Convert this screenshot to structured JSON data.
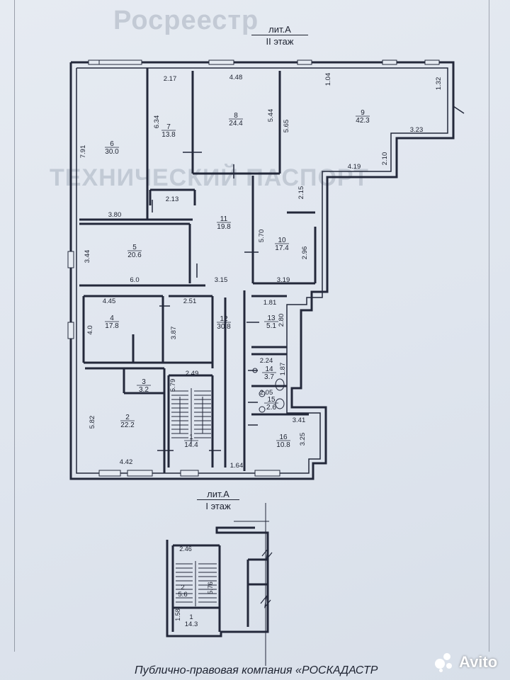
{
  "watermark_top": "Росреестр",
  "watermark_middle": "ТЕХНИЧЕСКИЙ ПАСПОРТ",
  "floor2": {
    "lit": "лит.А",
    "floor": "II этаж"
  },
  "floor1": {
    "lit": "лит.А",
    "floor": "I этаж"
  },
  "footer": "Публично-правовая компания «РОСКАДАСТР",
  "brand": "Avito",
  "rooms": [
    {
      "num": "1",
      "area": "14.4"
    },
    {
      "num": "2",
      "area": "22.2"
    },
    {
      "num": "3",
      "area": "3.2"
    },
    {
      "num": "4",
      "area": "17.8"
    },
    {
      "num": "5",
      "area": "20.6"
    },
    {
      "num": "6",
      "area": "30.0"
    },
    {
      "num": "7",
      "area": "13.8"
    },
    {
      "num": "8",
      "area": "24.4"
    },
    {
      "num": "9",
      "area": "42.3"
    },
    {
      "num": "10",
      "area": "17.4"
    },
    {
      "num": "11",
      "area": "19.8"
    },
    {
      "num": "12",
      "area": "30.8"
    },
    {
      "num": "13",
      "area": "5.1"
    },
    {
      "num": "14",
      "area": "3.7"
    },
    {
      "num": "15",
      "area": "2.6"
    },
    {
      "num": "16",
      "area": "10.8"
    }
  ],
  "dims": [
    "2.17",
    "4.48",
    "1.04",
    "1.32",
    "6.34",
    "5.44",
    "5.65",
    "7.91",
    "3.23",
    "2.10",
    "4.19",
    "2.15",
    "2.13",
    "3.80",
    "5.70",
    "2.96",
    "3.44",
    "6.0",
    "3.15",
    "3.19",
    "4.45",
    "2.51",
    "1.81",
    "2.80",
    "4.0",
    "3.87",
    "2.24",
    "1.87",
    "5.79",
    "2.49",
    "2.05",
    "5.82",
    "3.41",
    "3.25",
    "4.42",
    "1.64"
  ],
  "floor1_rooms": [
    {
      "num": "1",
      "area": "14.3"
    },
    {
      "num": "2",
      "area": "5.6"
    }
  ],
  "floor1_dims": [
    "2.46",
    "5.76",
    "1.58"
  ]
}
